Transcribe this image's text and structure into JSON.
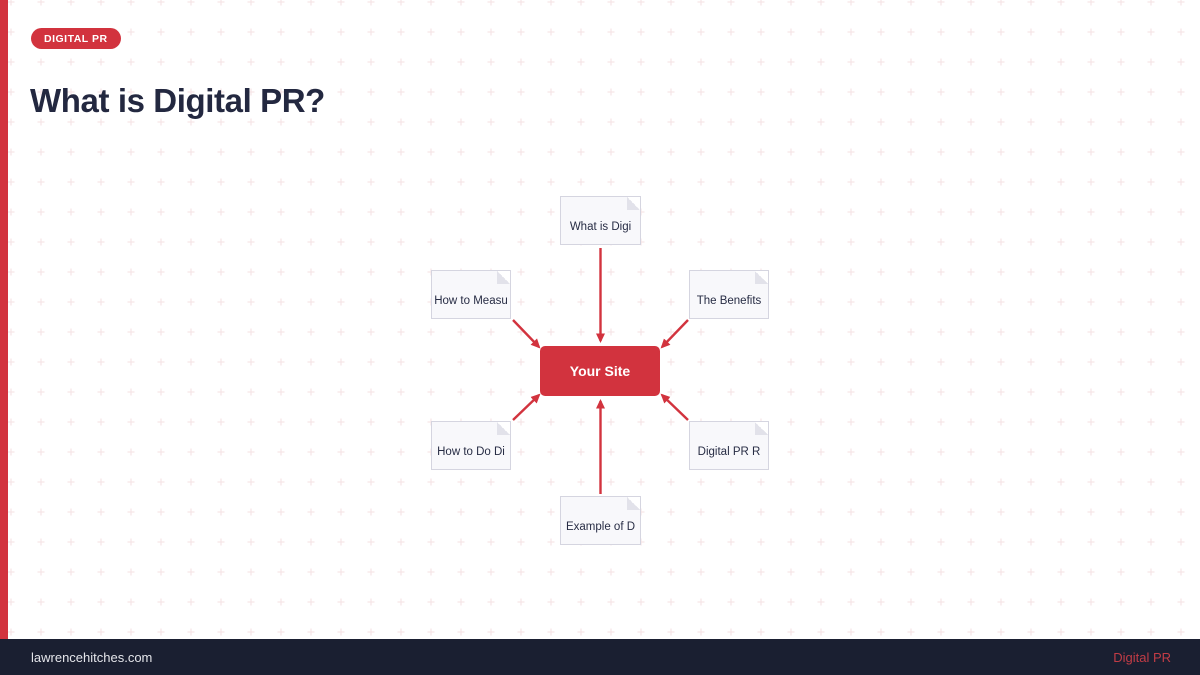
{
  "badge": {
    "label": "DIGITAL PR"
  },
  "heading": {
    "title": "What is Digital PR?"
  },
  "diagram": {
    "center": {
      "label": "Your Site"
    },
    "nodes": [
      {
        "id": "top",
        "label": "What is Digi"
      },
      {
        "id": "upper-left",
        "label": "How to Measu"
      },
      {
        "id": "upper-right",
        "label": "The Benefits"
      },
      {
        "id": "lower-left",
        "label": "How to Do Di"
      },
      {
        "id": "lower-right",
        "label": "Digital PR R"
      },
      {
        "id": "bottom",
        "label": "Example of D"
      }
    ]
  },
  "footer": {
    "site": "lawrencehitches.com",
    "link_label": "Digital PR"
  },
  "colors": {
    "accent": "#d2333e",
    "heading_navy": "#232840",
    "footer_bg": "#1a1f31",
    "node_bg": "#f8f8fb",
    "node_border": "#d5d5e0",
    "fold": "#e2e2ea",
    "pattern_plus": "#f6e6e8"
  }
}
